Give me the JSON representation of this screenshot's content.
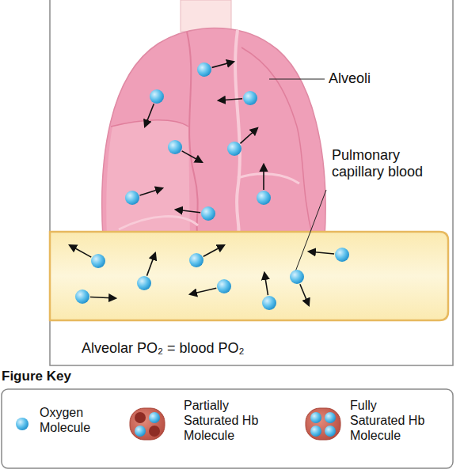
{
  "diagram": {
    "labels": [
      "Alveoli",
      "Pulmonary capillary blood",
      "Alveolar PO₂ = blood PO₂",
      "Figure Key"
    ],
    "legend": [
      {
        "text": "Oxygen Molecule"
      },
      {
        "text": "Partially Saturated Hb Molecule"
      },
      {
        "text": "Fully Saturated Hb Molecule"
      }
    ]
  }
}
